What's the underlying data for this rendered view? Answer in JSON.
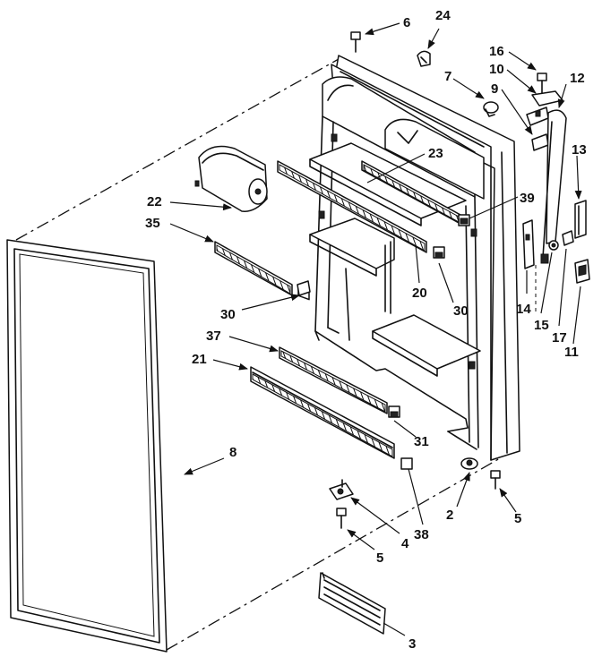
{
  "diagram": {
    "labels": {
      "p2": "2",
      "p3": "3",
      "p4": "4",
      "p5a": "5",
      "p5b": "5",
      "p6": "6",
      "p7": "7",
      "p8": "8",
      "p9": "9",
      "p10": "10",
      "p11": "11",
      "p12": "12",
      "p13": "13",
      "p14": "14",
      "p15": "15",
      "p16": "16",
      "p17": "17",
      "p20": "20",
      "p21": "21",
      "p22": "22",
      "p23": "23",
      "p24": "24",
      "p30a": "30",
      "p30b": "30",
      "p31": "31",
      "p35": "35",
      "p37": "37",
      "p38": "38",
      "p39": "39"
    }
  }
}
